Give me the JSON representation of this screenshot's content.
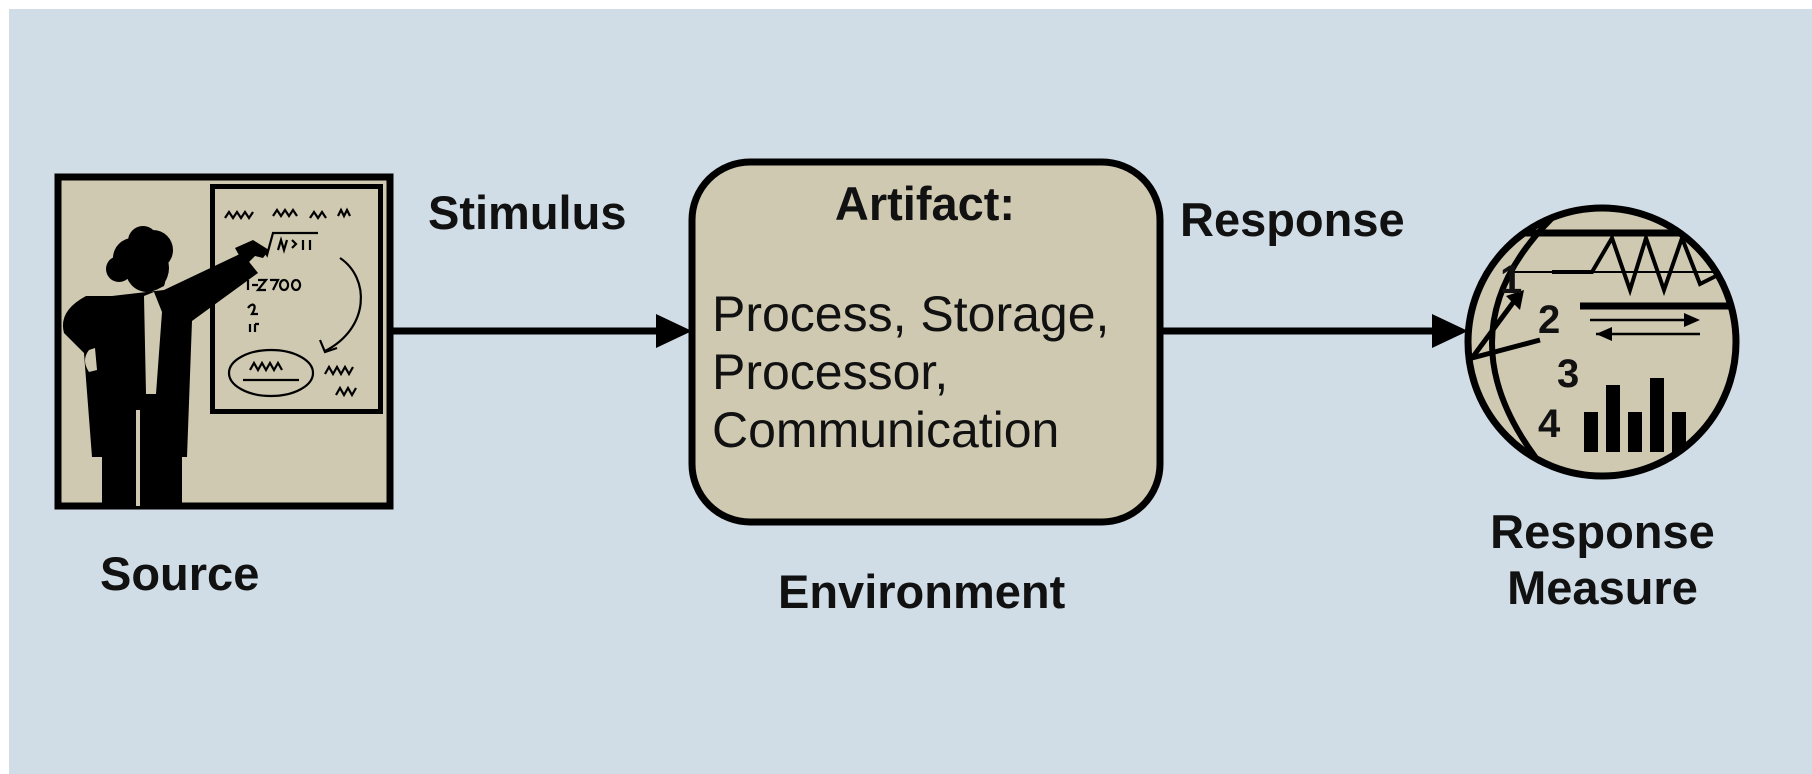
{
  "diagram": {
    "source_label": "Source",
    "stimulus_label": "Stimulus",
    "artifact": {
      "title": "Artifact:",
      "lines": [
        "Process, Storage,",
        "Processor,",
        "Communication"
      ]
    },
    "environment_label": "Environment",
    "response_label": "Response",
    "response_measure_label": [
      "Response",
      "Measure"
    ],
    "measure_numbers": [
      "1",
      "2",
      "3",
      "4"
    ],
    "colors": {
      "background": "#d0dde6",
      "box_fill": "#cfc9b1",
      "outline": "#000000",
      "text": "#111111"
    },
    "icons": {
      "source": "presenter-at-whiteboard-icon",
      "response_measure": "measurement-gauge-icon"
    }
  }
}
